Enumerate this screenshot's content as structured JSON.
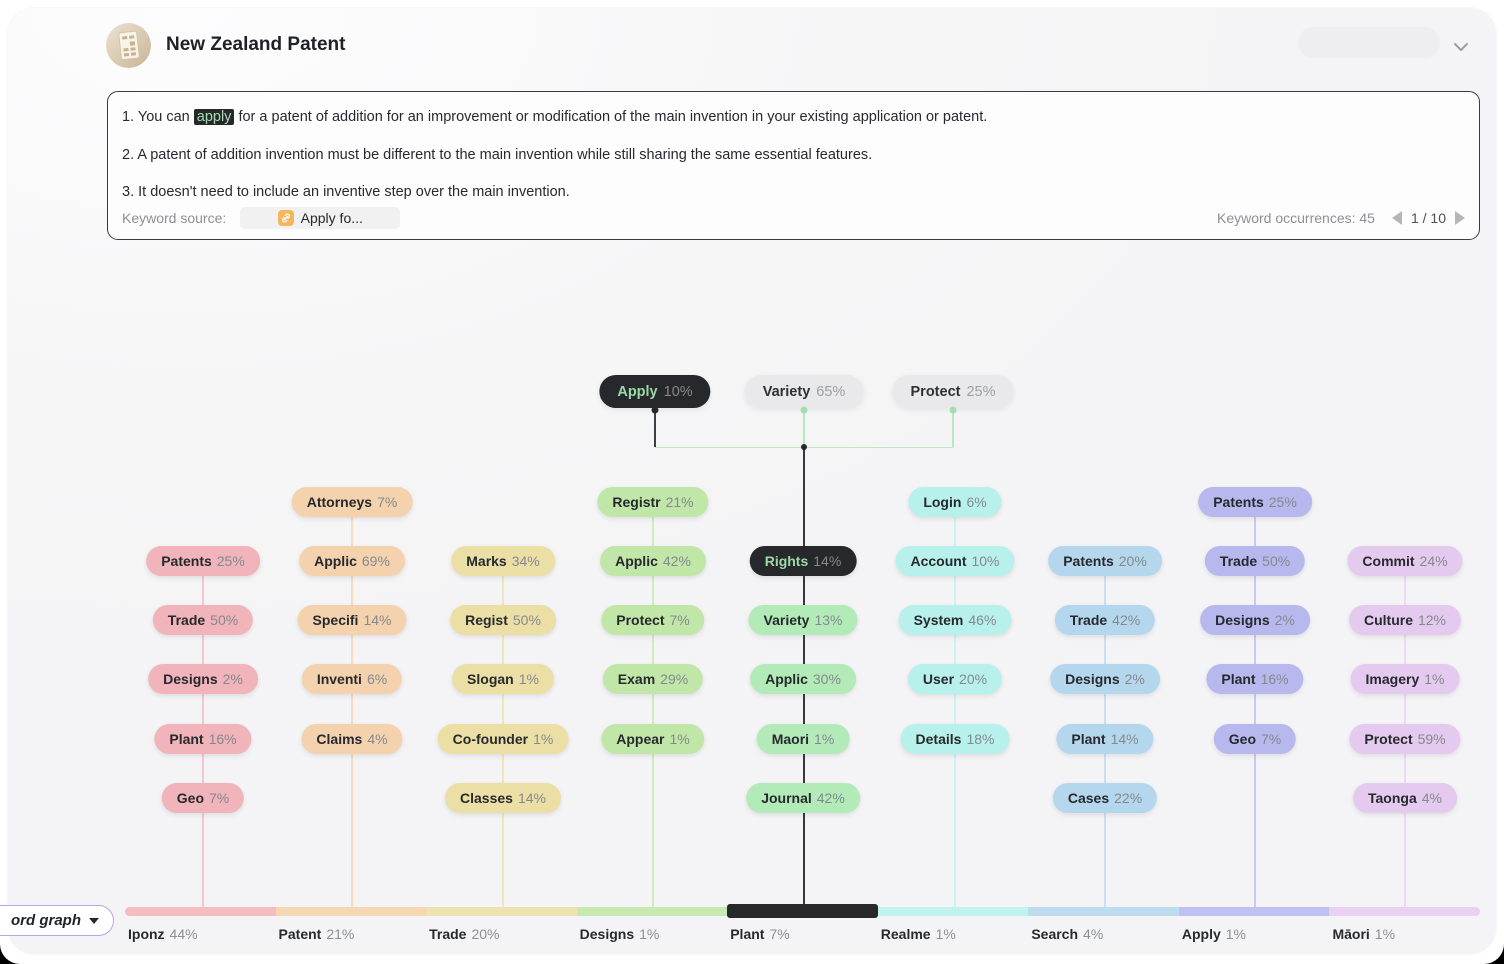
{
  "header": {
    "title": "New Zealand Patent",
    "avatar_icon": "patent-book-icon",
    "collapse_icon": "chevron-down-icon"
  },
  "info_box": {
    "lines": [
      {
        "pre": "1. You can ",
        "keyword": "apply",
        "post": " for a patent of addition for an improvement or modification of the main invention in your existing application or patent."
      },
      {
        "pre": "2. A patent of addition invention must be different to the main invention while still sharing the same essential features.",
        "keyword": "",
        "post": ""
      },
      {
        "pre": "3. It doesn't need to include an inventive step over the main invention.",
        "keyword": "",
        "post": ""
      }
    ],
    "keyword_source_label": "Keyword source:",
    "source_file_label": "Apply fo...",
    "source_file_icon": "link-file-icon",
    "occurrences_text": "Keyword occurrences: 45",
    "page_indicator": "1 / 10"
  },
  "graph": {
    "accent_dark": "#26282b",
    "accent_green": "#b9e7c0",
    "top_nodes": [
      {
        "label": "Apply",
        "pct": "10%",
        "selected": true
      },
      {
        "label": "Variety",
        "pct": "65%",
        "selected": false
      },
      {
        "label": "Protect",
        "pct": "25%",
        "selected": false
      }
    ],
    "columns": [
      {
        "id": "iponz",
        "axis_label": "Iponz",
        "axis_pct": "44%",
        "pill_color": "#f0b4ba",
        "line_color": "#f3c7cb",
        "axis_color": "#f3bdc2",
        "row": "low",
        "selected": false,
        "pills": [
          {
            "label": "Patents",
            "pct": "25%"
          },
          {
            "label": "Trade",
            "pct": "50%"
          },
          {
            "label": "Designs",
            "pct": "2%"
          },
          {
            "label": "Plant",
            "pct": "16%"
          },
          {
            "label": "Geo",
            "pct": "7%"
          }
        ]
      },
      {
        "id": "patent",
        "axis_label": "Patent",
        "axis_pct": "21%",
        "pill_color": "#f4d2ad",
        "line_color": "#f6dcbd",
        "axis_color": "#f5d7b4",
        "row": "high",
        "selected": false,
        "pills": [
          {
            "label": "Attorneys",
            "pct": "7%"
          },
          {
            "label": "Applic",
            "pct": "69%"
          },
          {
            "label": "Specifi",
            "pct": "14%"
          },
          {
            "label": "Inventi",
            "pct": "6%"
          },
          {
            "label": "Claims",
            "pct": "4%"
          }
        ]
      },
      {
        "id": "trade",
        "axis_label": "Trade",
        "axis_pct": "20%",
        "pill_color": "#ecdfa6",
        "line_color": "#f0e6bb",
        "axis_color": "#eee3b0",
        "row": "low",
        "selected": false,
        "pills": [
          {
            "label": "Marks",
            "pct": "34%"
          },
          {
            "label": "Regist",
            "pct": "50%"
          },
          {
            "label": "Slogan",
            "pct": "1%"
          },
          {
            "label": "Co-founder",
            "pct": "1%"
          },
          {
            "label": "Classes",
            "pct": "14%"
          }
        ]
      },
      {
        "id": "designs",
        "axis_label": "Designs",
        "axis_pct": "1%",
        "pill_color": "#c1e7a8",
        "line_color": "#d0edbc",
        "axis_color": "#c8eab2",
        "row": "high",
        "selected": false,
        "pills": [
          {
            "label": "Registr",
            "pct": "21%"
          },
          {
            "label": "Applic",
            "pct": "42%"
          },
          {
            "label": "Protect",
            "pct": "7%"
          },
          {
            "label": "Exam",
            "pct": "29%"
          },
          {
            "label": "Appear",
            "pct": "1%"
          }
        ]
      },
      {
        "id": "plant",
        "axis_label": "Plant",
        "axis_pct": "7%",
        "pill_color": "#b2ebb7",
        "line_color": "#35393d",
        "axis_color": "#26282b",
        "row": "low",
        "selected": true,
        "pills": [
          {
            "label": "Rights",
            "pct": "14%",
            "dark": true
          },
          {
            "label": "Variety",
            "pct": "13%"
          },
          {
            "label": "Applic",
            "pct": "30%"
          },
          {
            "label": "Maori",
            "pct": "1%"
          },
          {
            "label": "Journal",
            "pct": "42%"
          }
        ]
      },
      {
        "id": "realme",
        "axis_label": "Realme",
        "axis_pct": "1%",
        "pill_color": "#b8f0ec",
        "line_color": "#c8f4f1",
        "axis_color": "#c0f2ee",
        "row": "high",
        "selected": false,
        "pills": [
          {
            "label": "Login",
            "pct": "6%"
          },
          {
            "label": "Account",
            "pct": "10%"
          },
          {
            "label": "System",
            "pct": "46%"
          },
          {
            "label": "User",
            "pct": "20%"
          },
          {
            "label": "Details",
            "pct": "18%"
          }
        ]
      },
      {
        "id": "search",
        "axis_label": "Search",
        "axis_pct": "4%",
        "pill_color": "#b5d7ee",
        "line_color": "#c5e1f2",
        "axis_color": "#bddcf0",
        "row": "low",
        "selected": false,
        "pills": [
          {
            "label": "Patents",
            "pct": "20%"
          },
          {
            "label": "Trade",
            "pct": "42%"
          },
          {
            "label": "Designs",
            "pct": "2%"
          },
          {
            "label": "Plant",
            "pct": "14%"
          },
          {
            "label": "Cases",
            "pct": "22%"
          }
        ]
      },
      {
        "id": "apply",
        "axis_label": "Apply",
        "axis_pct": "1%",
        "pill_color": "#b7b9ee",
        "line_color": "#c7c9f2",
        "axis_color": "#bfc1f0",
        "row": "high",
        "selected": false,
        "pills": [
          {
            "label": "Patents",
            "pct": "25%"
          },
          {
            "label": "Trade",
            "pct": "50%"
          },
          {
            "label": "Designs",
            "pct": "2%"
          },
          {
            "label": "Plant",
            "pct": "16%"
          },
          {
            "label": "Geo",
            "pct": "7%"
          }
        ]
      },
      {
        "id": "maori",
        "axis_label": "Māori",
        "axis_pct": "1%",
        "pill_color": "#e5caf0",
        "line_color": "#edd9f5",
        "axis_color": "#e9d1f2",
        "row": "low",
        "selected": false,
        "pills": [
          {
            "label": "Commit",
            "pct": "24%"
          },
          {
            "label": "Culture",
            "pct": "12%"
          },
          {
            "label": "Imagery",
            "pct": "1%"
          },
          {
            "label": "Protect",
            "pct": "59%"
          },
          {
            "label": "Taonga",
            "pct": "4%"
          }
        ]
      }
    ]
  },
  "footer": {
    "graph_button_label": "ord graph",
    "graph_button_icon": "triangle-down-icon"
  }
}
